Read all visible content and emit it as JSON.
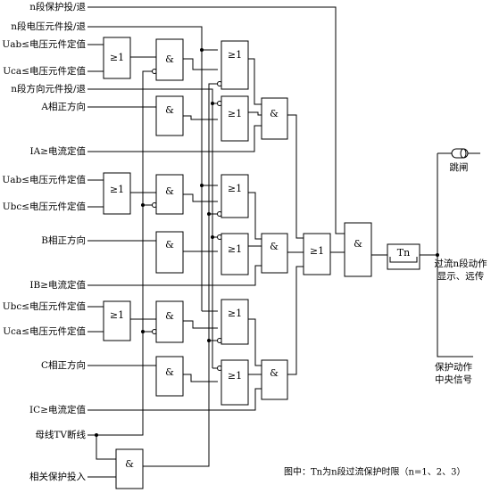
{
  "inputs": {
    "n_prot": "n段保护投/退",
    "n_volt": "n段电压元件投/退",
    "uab1": "Uab≤电压元件定值",
    "uca1": "Uca≤电压元件定值",
    "n_dir": "n段方向元件投/退",
    "dir_a": "A相正方向",
    "ia": "IA≥电流定值",
    "uab2": "Uab≤电压元件定值",
    "ubc1": "Ubc≤电压元件定值",
    "dir_b": "B相正方向",
    "ib": "IB≥电流定值",
    "ubc2": "Ubc≤电压元件定值",
    "uca2": "Uca≤电压元件定值",
    "dir_c": "C相正方向",
    "ic": "IC≥电流定值",
    "tv": "母线TV断线",
    "rel": "相关保护投入"
  },
  "gates": {
    "and_symbol": "&",
    "or_symbol": "≥1",
    "timer": "Tn"
  },
  "outputs": {
    "trip": "跳闸",
    "display_line1": "过流n段动作",
    "display_line2": "显示、远传",
    "signal_line1": "保护动作",
    "signal_line2": "中央信号"
  },
  "note": "图中：Tn为n段过流保护时限（n=1、2、3）"
}
